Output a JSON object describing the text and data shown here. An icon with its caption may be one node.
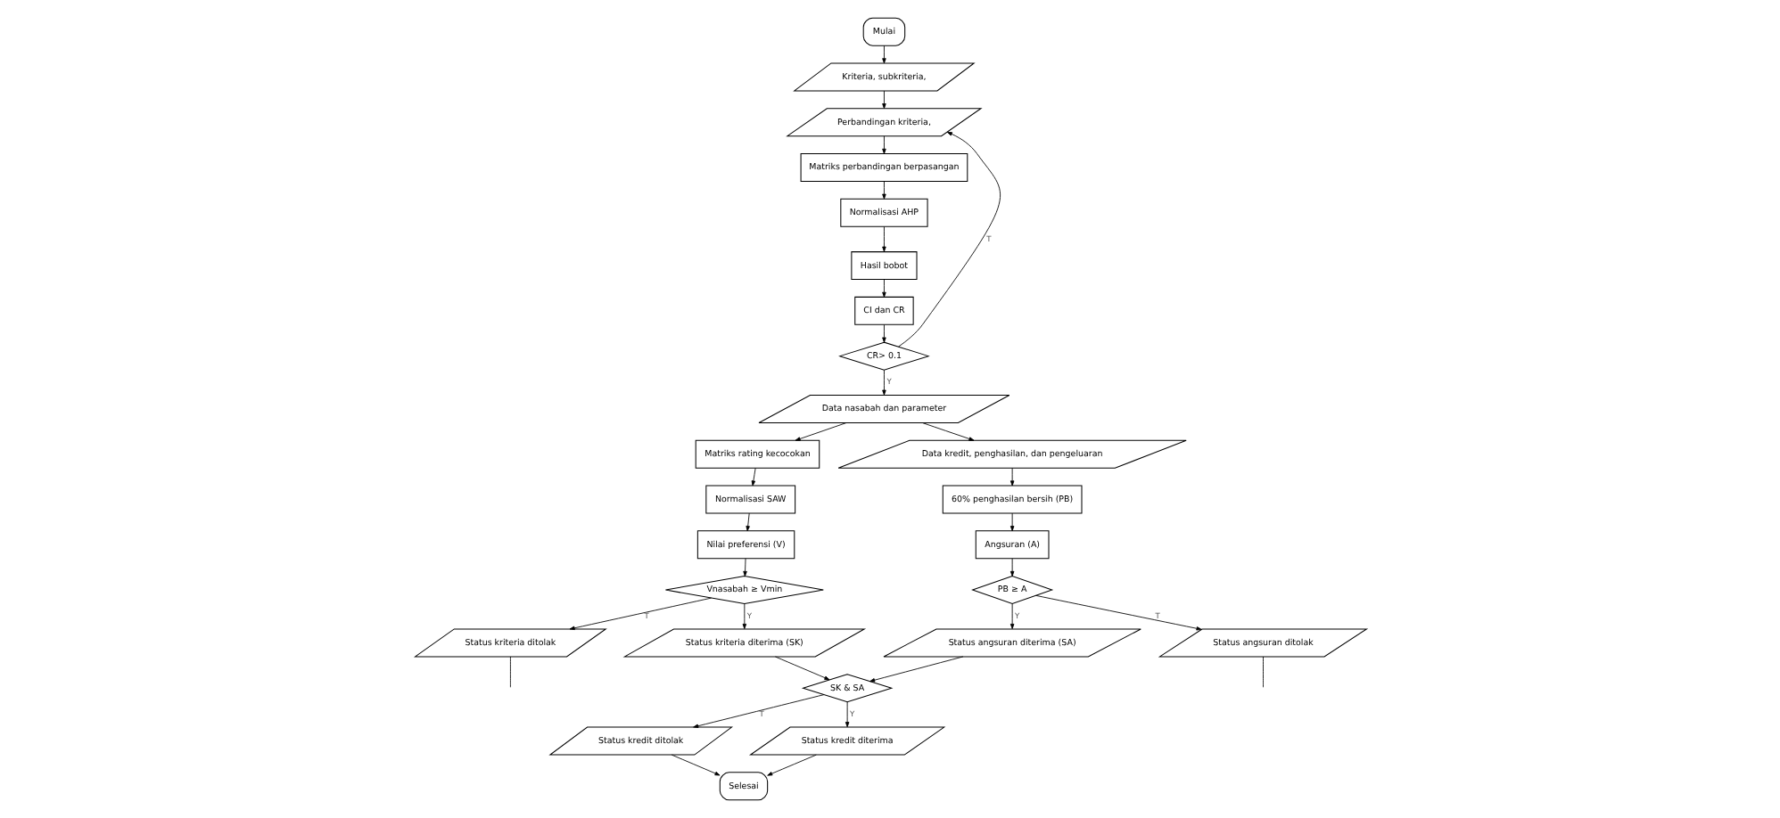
{
  "diagram": {
    "nodes": [
      {
        "text": [
          "Mulai"
        ]
      },
      {
        "text": [
          "Kriteria, subkriteria,"
        ]
      },
      {
        "text": [
          "Perbandingan kriteria,"
        ]
      },
      {
        "text": [
          "Matriks perbandingan berpasangan"
        ]
      },
      {
        "text": [
          "Normalisasi AHP"
        ]
      },
      {
        "text": [
          "Hasil bobot"
        ]
      },
      {
        "text": [
          "CI dan CR"
        ]
      },
      {
        "text": [
          "CR> 0.1"
        ]
      },
      {
        "text": [
          "Data nasabah dan parameter"
        ]
      },
      {
        "text": [
          "Matriks rating kecocokan"
        ]
      },
      {
        "text": [
          "Data kredit, penghasilan, dan pengeluaran"
        ]
      },
      {
        "text": [
          "Normalisasi SAW"
        ]
      },
      {
        "text": [
          "60% penghasilan bersih (PB)"
        ]
      },
      {
        "text": [
          "Nilai preferensi (V)"
        ]
      },
      {
        "text": [
          "Angsuran (A)"
        ]
      },
      {
        "text": [
          "Vnasabah ≥ Vmin"
        ]
      },
      {
        "text": [
          "Status kriteria ditolak"
        ]
      },
      {
        "text": [
          "PB ≥ A"
        ]
      },
      {
        "text": [
          "Status angsuran ditolak"
        ]
      },
      {
        "text": [
          "Status kriteria diterima (SK)"
        ]
      },
      {
        "text": [
          "Status angsuran diterima (SA)"
        ]
      },
      {
        "text": [
          "Status kredit ditolak"
        ]
      },
      {
        "text": [
          "SK & SA"
        ]
      },
      {
        "text": [
          "Status kredit diterima"
        ]
      },
      {
        "text": [
          "Selesai"
        ]
      }
    ],
    "edges": [
      {
        "from": 0,
        "to": 1,
        "arrow": "to"
      },
      {
        "from": 1,
        "to": 2,
        "arrow": "to"
      },
      {
        "from": 2,
        "to": 3,
        "arrow": "to"
      },
      {
        "from": 3,
        "to": 4,
        "arrow": "to"
      },
      {
        "from": 4,
        "to": 5,
        "arrow": "to"
      },
      {
        "from": 5,
        "to": 6,
        "arrow": "to"
      },
      {
        "from": 6,
        "to": 7,
        "arrow": "to"
      },
      {
        "from": 7,
        "to": 2,
        "arrow": "to",
        "label": "T"
      },
      {
        "from": 7,
        "to": 8,
        "arrow": "to",
        "label": "Y"
      },
      {
        "from": 8,
        "to": 9,
        "arrow": "to"
      },
      {
        "from": 8,
        "to": 10,
        "arrow": "to"
      },
      {
        "from": 9,
        "to": 11,
        "arrow": "to"
      },
      {
        "from": 11,
        "to": 13,
        "arrow": "to"
      },
      {
        "from": 13,
        "to": 15,
        "arrow": "to"
      },
      {
        "from": 15,
        "to": 16,
        "arrow": "to",
        "label": "T"
      },
      {
        "from": 15,
        "to": 19,
        "arrow": "to",
        "label": "Y"
      },
      {
        "from": 10,
        "to": 12,
        "arrow": "to"
      },
      {
        "from": 12,
        "to": 14,
        "arrow": "to"
      },
      {
        "from": 14,
        "to": 17,
        "arrow": "to"
      },
      {
        "from": 17,
        "to": 18,
        "arrow": "to",
        "label": "T"
      },
      {
        "from": 17,
        "to": 20,
        "arrow": "to",
        "label": "Y"
      },
      {
        "from": 16,
        "to": null,
        "arrow": "none"
      },
      {
        "from": 18,
        "to": null,
        "arrow": "none"
      },
      {
        "from": 19,
        "to": 22,
        "arrow": "to"
      },
      {
        "from": 20,
        "to": 22,
        "arrow": "to"
      },
      {
        "from": 22,
        "to": 21,
        "arrow": "to",
        "label": "T"
      },
      {
        "from": 22,
        "to": 23,
        "arrow": "to",
        "label": "Y"
      },
      {
        "from": 23,
        "to": 24,
        "arrow": "to"
      },
      {
        "from": 21,
        "to": 24,
        "arrow": "to"
      }
    ]
  }
}
